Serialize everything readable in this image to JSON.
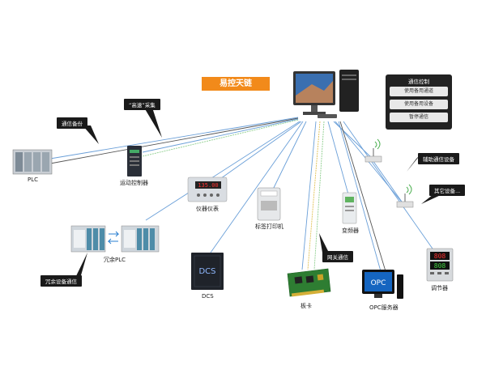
{
  "title": "易控天链",
  "comm_panel": {
    "title": "通信控制",
    "buttons": [
      "使用备用通道",
      "使用备用设备",
      "暂停通信"
    ]
  },
  "tags": {
    "backup": "通信备份",
    "fast": "“高速”采集",
    "redundant": "冗余设备通信",
    "gateway": "网关通信",
    "aux": "辅助通信设备",
    "other": "其它设备..."
  },
  "devices": {
    "plc": "PLC",
    "motion": "运动控制器",
    "meter": "仪器仪表",
    "printer": "标签打印机",
    "vfd": "变频器",
    "redundant_plc": "冗余PLC",
    "dcs": "DCS",
    "card": "板卡",
    "opc": "OPC服务器",
    "regulator": "调节器"
  },
  "screen_text": {
    "meter_value": "135.00",
    "dcs": "DCS",
    "opc": "OPC",
    "regulator_top": "808",
    "regulator_bottom": "808"
  }
}
